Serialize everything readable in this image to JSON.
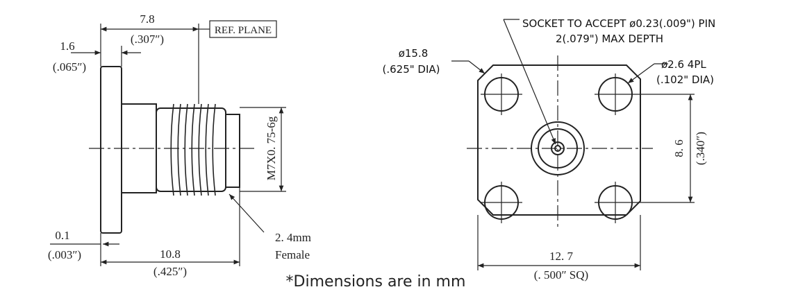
{
  "side_view": {
    "dim_length": {
      "mm": "7.8",
      "inch": "(.307″)"
    },
    "dim_flange": {
      "mm": "1.6",
      "inch": "(.065″)"
    },
    "ref_plane": "REF. PLANE",
    "thread": "M7X0. 75-6g",
    "dim_offset": {
      "mm": "0.1",
      "inch": "(.003″)"
    },
    "dim_overall": {
      "mm": "10.8",
      "inch": "(.425″)"
    },
    "connector": {
      "size": "2. 4mm",
      "gender": "Female"
    }
  },
  "front_view": {
    "socket_note": [
      "SOCKET TO ACCEPT ø0.23(.009\") PIN",
      "2(.079\") MAX DEPTH"
    ],
    "dia_flange": {
      "mm": "ø15.8",
      "inch": "(.625\" DIA)"
    },
    "dia_holes": {
      "mm": "ø2.6 4PL",
      "inch": "(.102\" DIA)"
    },
    "dim_spacing": {
      "mm": "8. 6",
      "inch": "(.340″)"
    },
    "dim_square": {
      "mm": "12. 7",
      "inch": "(. 500″ SQ)"
    }
  },
  "footnote": "*Dimensions are in mm"
}
